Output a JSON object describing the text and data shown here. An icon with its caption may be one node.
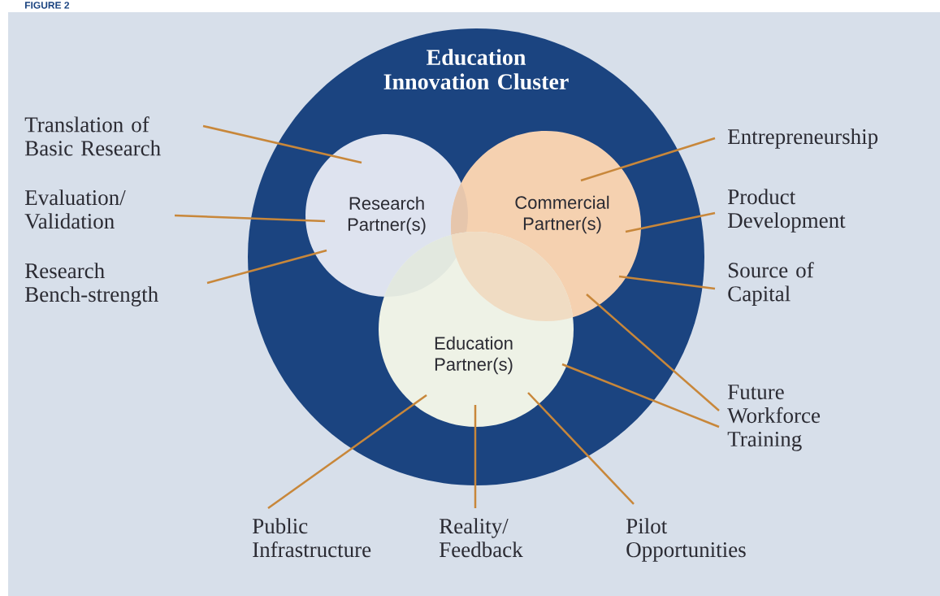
{
  "diagram": {
    "title": "FIGURE 2",
    "nodes": [
      {
        "text": [
          "Education Innovation Cluster"
        ]
      },
      {
        "text": [
          "Research Partner(s)"
        ],
        "in": 0
      },
      {
        "text": [
          "Commercial Partner(s)"
        ],
        "in": 0
      },
      {
        "text": [
          "Education Partner(s)"
        ],
        "in": 0
      },
      {
        "text": [
          "Translation of Basic Research"
        ]
      },
      {
        "text": [
          "Evaluation/ Validation"
        ]
      },
      {
        "text": [
          "Research Bench-strength"
        ]
      },
      {
        "text": [
          "Entrepreneurship"
        ]
      },
      {
        "text": [
          "Product Development"
        ]
      },
      {
        "text": [
          "Source of Capital"
        ]
      },
      {
        "text": [
          "Future Workforce Training"
        ]
      },
      {
        "text": [
          "Public Infrastructure"
        ]
      },
      {
        "text": [
          "Reality/ Feedback"
        ]
      },
      {
        "text": [
          "Pilot Opportunities"
        ]
      }
    ],
    "edges": [
      {
        "from": 4,
        "to": 1,
        "arrow": "none"
      },
      {
        "from": 5,
        "to": 1,
        "arrow": "none"
      },
      {
        "from": 6,
        "to": 1,
        "arrow": "none"
      },
      {
        "from": 7,
        "to": 2,
        "arrow": "none"
      },
      {
        "from": 8,
        "to": 2,
        "arrow": "none"
      },
      {
        "from": 9,
        "to": 2,
        "arrow": "none"
      },
      {
        "from": 10,
        "to": 2,
        "arrow": "none"
      },
      {
        "from": 10,
        "to": 3,
        "arrow": "none"
      },
      {
        "from": 11,
        "to": 3,
        "arrow": "none"
      },
      {
        "from": 12,
        "to": 3,
        "arrow": "none"
      },
      {
        "from": 13,
        "to": 3,
        "arrow": "none"
      }
    ]
  }
}
